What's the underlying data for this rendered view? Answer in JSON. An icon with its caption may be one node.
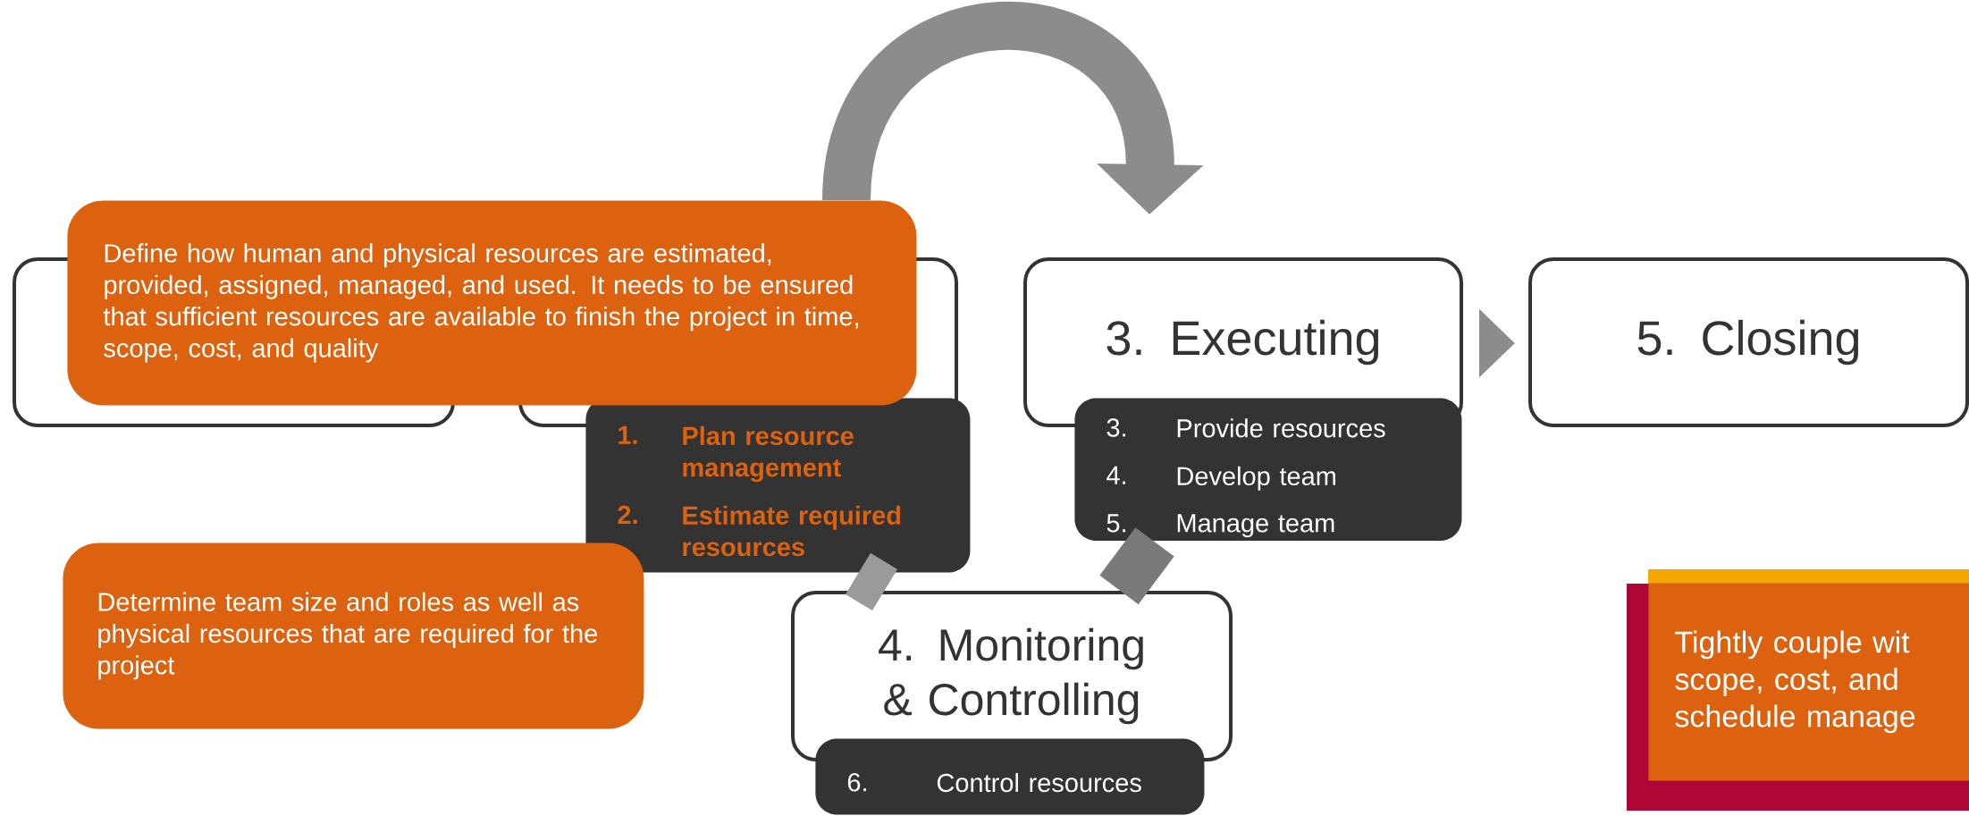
{
  "diagram": {
    "nodes": [
      {
        "text": [],
        "shape": "box"
      },
      {
        "text": [],
        "shape": "box"
      },
      {
        "text": [
          "3. Executing"
        ]
      },
      {
        "text": [
          "5. Closing"
        ]
      },
      {
        "text": [
          "4. Monitoring & Controlling"
        ]
      },
      {
        "text": [
          "1.",
          "Plan resource management",
          "2.",
          "Estimate required resources"
        ]
      },
      {
        "text": [
          "3.",
          "Provide resources",
          "4.",
          "Develop team",
          "5.",
          "Manage team"
        ]
      },
      {
        "text": [
          "6.",
          "Control resources"
        ]
      },
      {
        "text": [
          "Define how human and physical resources are estimated, provided, assigned, managed, and used. It needs to be ensured that sufficient resources are available to finish the project in time, scope, cost, and quality"
        ]
      },
      {
        "text": [
          "Determine team size and roles as well as physical resources that are required for the project"
        ]
      },
      {
        "text": [
          "Tightly couple wit scope, cost, and schedule manage"
        ]
      }
    ],
    "edges": [
      {
        "from": 8,
        "to": 2,
        "arrow": "to"
      },
      {
        "from": 2,
        "to": 3,
        "arrow": "to"
      },
      {
        "from": 6,
        "to": 4,
        "arrow": "none",
        "color": "#7a7a7a"
      },
      {
        "from": 4,
        "to": 5,
        "arrow": "none",
        "color": "#9a9a9a"
      }
    ]
  }
}
